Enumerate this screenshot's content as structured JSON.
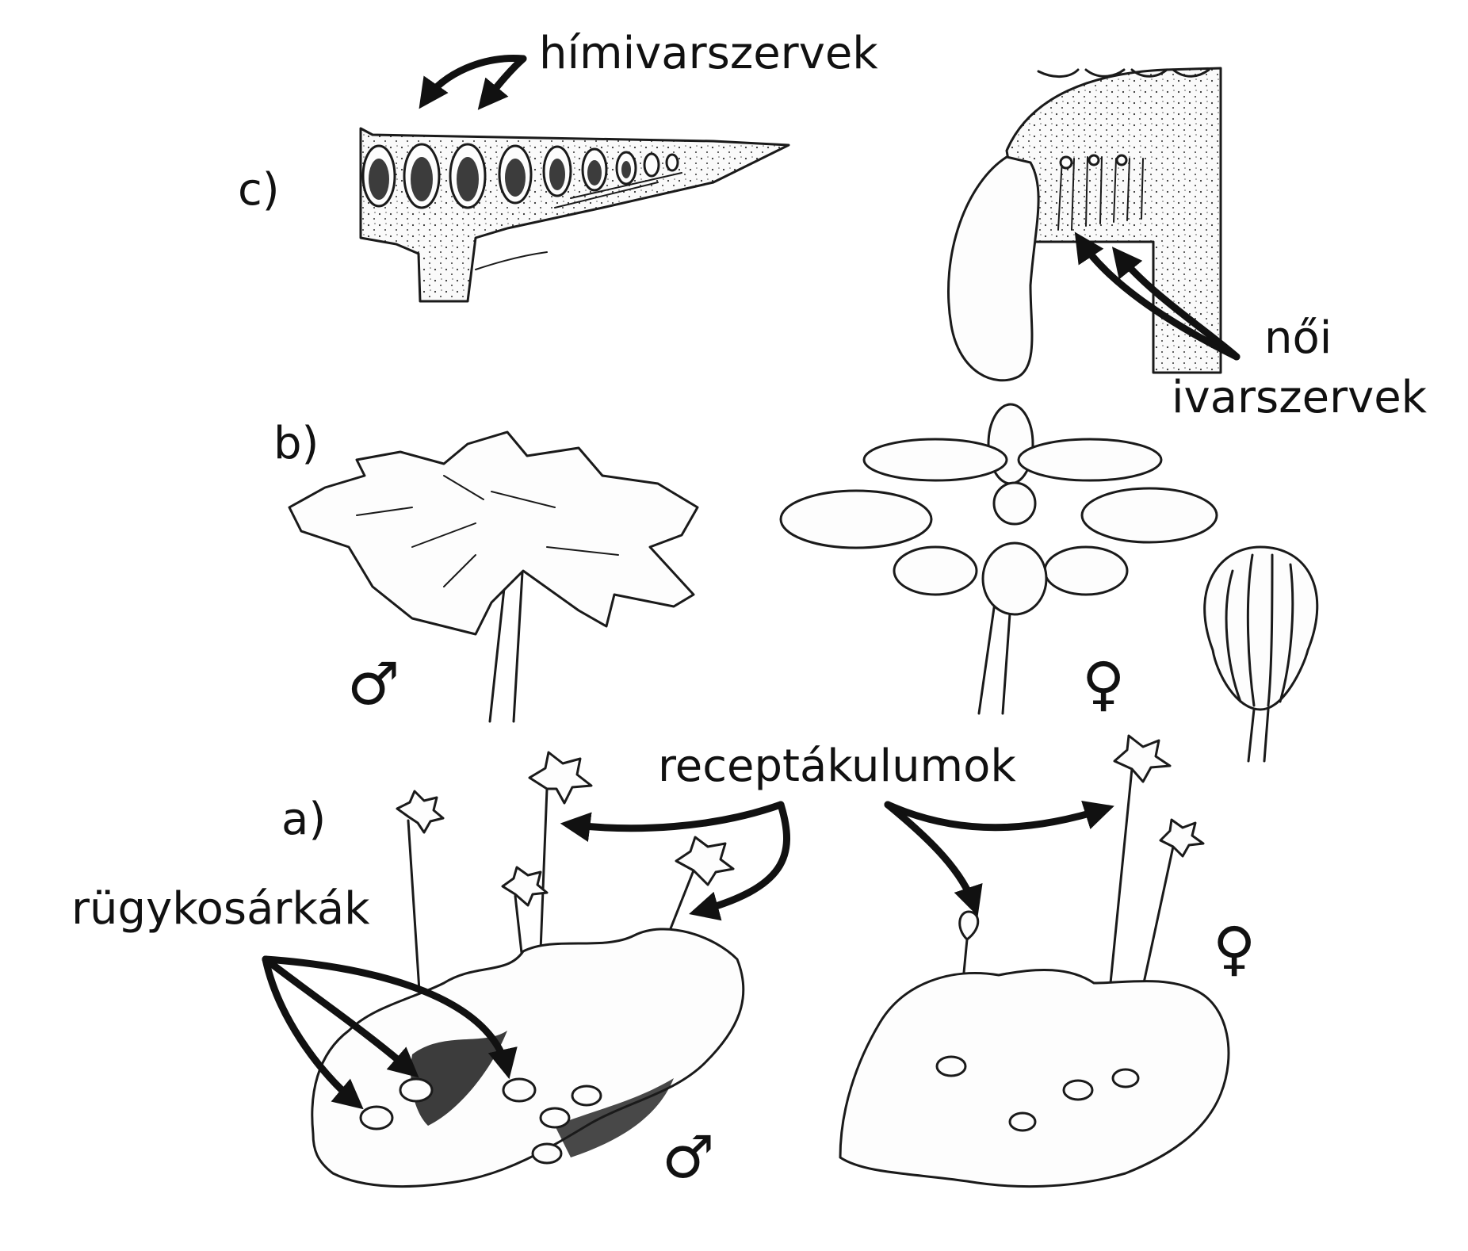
{
  "panel_labels": {
    "c": "c)",
    "b": "b)",
    "a": "a)"
  },
  "labels": {
    "male_organs": "hímivarszervek",
    "female_organs_line1": "női",
    "female_organs_line2": "ivarszervek",
    "receptacles": "receptákulumok",
    "gemma_cups": "rügykosárkák"
  },
  "symbols": {
    "male": "♂",
    "female": "♀"
  }
}
